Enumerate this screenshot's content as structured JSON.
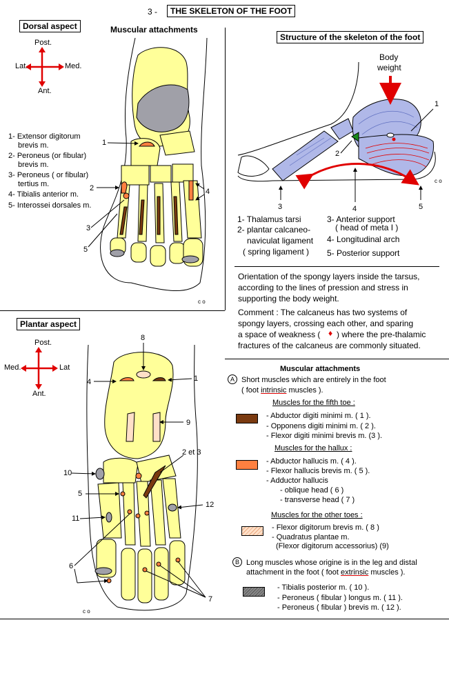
{
  "header": {
    "prefix": "3 -",
    "title": "THE SKELETON OF THE FOOT"
  },
  "dorsal": {
    "title": "Dorsal aspect",
    "subtitle": "Muscular attachments",
    "compass": {
      "up": "Post.",
      "down": "Ant.",
      "left": "Lat.",
      "right": "Med."
    },
    "legend": [
      "1- Extensor digitorum",
      "brevis m.",
      "2- Peroneus (or fibular)",
      "brevis m.",
      "3- Peroneus ( or fibular)",
      "tertius m.",
      "4- Tibialis anterior m.",
      "5- Interossei dorsales m."
    ],
    "markers": [
      "1",
      "2",
      "3",
      "4",
      "5"
    ],
    "signature": "c o"
  },
  "structure": {
    "title": "Structure of the skeleton of the foot",
    "body_weight": [
      "Body",
      "weight"
    ],
    "markers": [
      "1",
      "2",
      "3",
      "4",
      "5"
    ],
    "legend": [
      "1- Thalamus tarsi",
      "2- plantar calcaneo-",
      "naviculat ligament",
      "( spring ligament )",
      "3- Anterior support",
      "( head of meta I )",
      "4- Longitudinal arch",
      "5- Posterior support"
    ],
    "orientation": [
      "Orientation of the spongy layers inside the tarsus,",
      "according to the lines of pression and stress in",
      "supporting the body weight."
    ],
    "comment": [
      "Comment : The calcaneus has two systems of",
      "spongy layers, crossing each other, and sparing",
      "a space of weakness (",
      ") where the pre-thalamic",
      "fractures of the calcaneus are commonly situated."
    ],
    "signature": "c o"
  },
  "plantar": {
    "title": "Plantar aspect",
    "compass": {
      "up": "Post.",
      "down": "Ant.",
      "left": "Med.",
      "right": "Lat"
    },
    "markers": [
      "8",
      "4",
      "1",
      "9",
      "2 et 3",
      "10",
      "5",
      "11",
      "12",
      "6",
      "7"
    ],
    "signature": "c o"
  },
  "attachments": {
    "title": "Muscular attachments",
    "section_a": {
      "letter": "A",
      "line1": "Short muscles which are entirely in the foot",
      "line2_pre": "( foot ",
      "line2_u": "intrinsic",
      "line2_post": " muscles )."
    },
    "group1": {
      "title": "Muscles for the fifth toe :",
      "items": [
        "- Abductor digiti minimi m. ( 1 ).",
        "- Opponens digiti minimi m. ( 2 ).",
        "- Flexor digiti minimi brevis m. (3 )."
      ]
    },
    "group2": {
      "title": "Muscles for the hallux :",
      "items": [
        "- Abductor hallucis m.  ( 4 ).",
        "- Flexor hallucis brevis m. ( 5 ).",
        "- Adductor hallucis",
        "- oblique head ( 6 )",
        "- transverse head ( 7 )"
      ]
    },
    "group3": {
      "title": "Muscles for the other toes :",
      "items": [
        "- Flexor digitorum brevis m. ( 8 )",
        "- Quadratus plantae m.",
        "(Flexor digitorum accessorius) (9)"
      ]
    },
    "section_b": {
      "letter": "B",
      "line1": "Long muscles whose origine is in the leg  and distal",
      "line2_pre": "attachment in the foot  ( foot ",
      "line2_u": "extrinsic",
      "line2_post": " muscles )."
    },
    "group4": {
      "items": [
        "- Tibialis posterior m. ( 10 ).",
        "- Peroneus ( fibular ) longus m. ( 11 ).",
        "- Peroneus ( fibular ) brevis m. ( 12 )."
      ]
    }
  },
  "colors": {
    "bone": "#ffff99",
    "grey": "#a0a0a8",
    "red": "#e00000",
    "brown": "#7a3a10",
    "orange": "#ff8040",
    "blue": "#b0b8e8"
  }
}
